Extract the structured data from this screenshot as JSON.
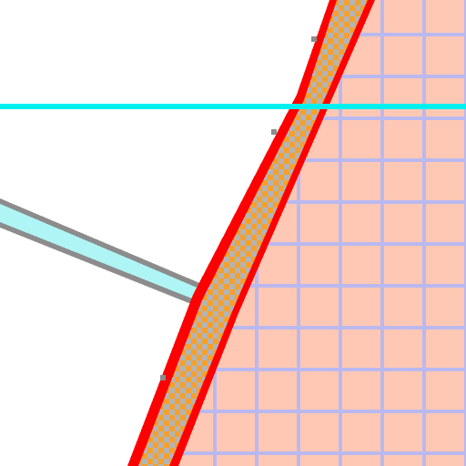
{
  "canvas": {
    "background": "#ffffff",
    "region_fill": "#ffc8b4",
    "grid_color": "#b9b9f0",
    "band_checker_a": "#f5a02d",
    "band_checker_b": "#b4b4b4",
    "band_outline": "#ff0000",
    "horizontal_line": "#00f0f0",
    "diagonal_line_fill": "#aff5f5",
    "diagonal_line_edge": "#8c8c8c",
    "highlight": "#e8ffff"
  },
  "icons": [
    "checker-band",
    "pixel-grid",
    "guide-line"
  ]
}
